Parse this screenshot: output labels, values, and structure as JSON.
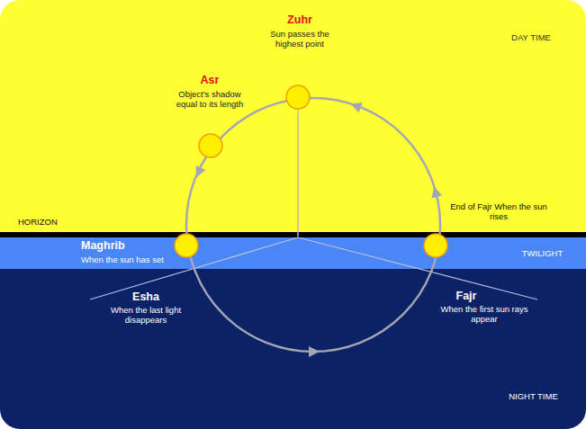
{
  "diagram": {
    "nodes": [
      {
        "text": [
          "DAY TIME"
        ]
      },
      {
        "text": [
          "TWILIGHT"
        ]
      },
      {
        "text": [
          "NIGHT TIME"
        ]
      }
    ],
    "labels": [
      "Zuhr",
      "Sun passes the highest point",
      "Asr",
      "Object's shadow equal to its length",
      "HORIZON",
      "End of Fajr When the sun rises",
      "Maghrib",
      "When the sun has set",
      "Esha",
      "When the last light disappears",
      "Fajr",
      "When the first sun rays appear"
    ]
  }
}
